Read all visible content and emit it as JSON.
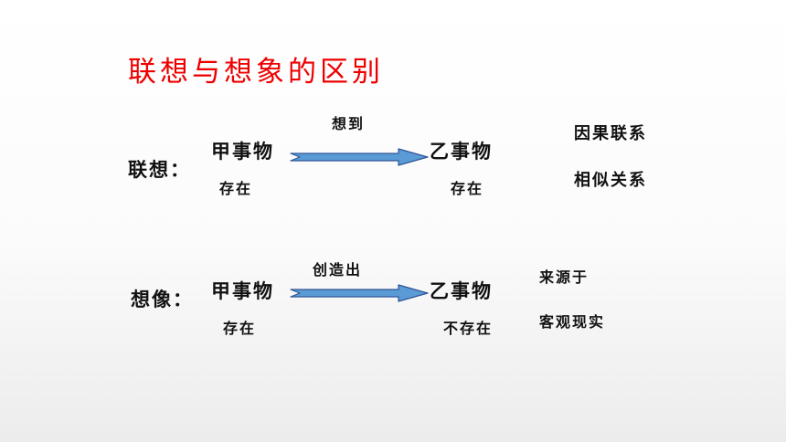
{
  "title": "联想与想象的区别",
  "association": {
    "label": "联想：",
    "from_item": "甲事物",
    "from_status": "存在",
    "verb": "想到",
    "to_item": "乙事物",
    "to_status": "存在",
    "notes": [
      "因果联系",
      "相似关系"
    ]
  },
  "imagination": {
    "label": "想像：",
    "from_item": "甲事物",
    "from_status": "存在",
    "verb": "创造出",
    "to_item": "乙事物",
    "to_status": "不存在",
    "notes": [
      "来源于",
      "客观现实"
    ]
  },
  "colors": {
    "title": "#ee0000",
    "text": "#111111",
    "arrow_fill": "#5b9bd5",
    "arrow_stroke": "#2f5597"
  }
}
